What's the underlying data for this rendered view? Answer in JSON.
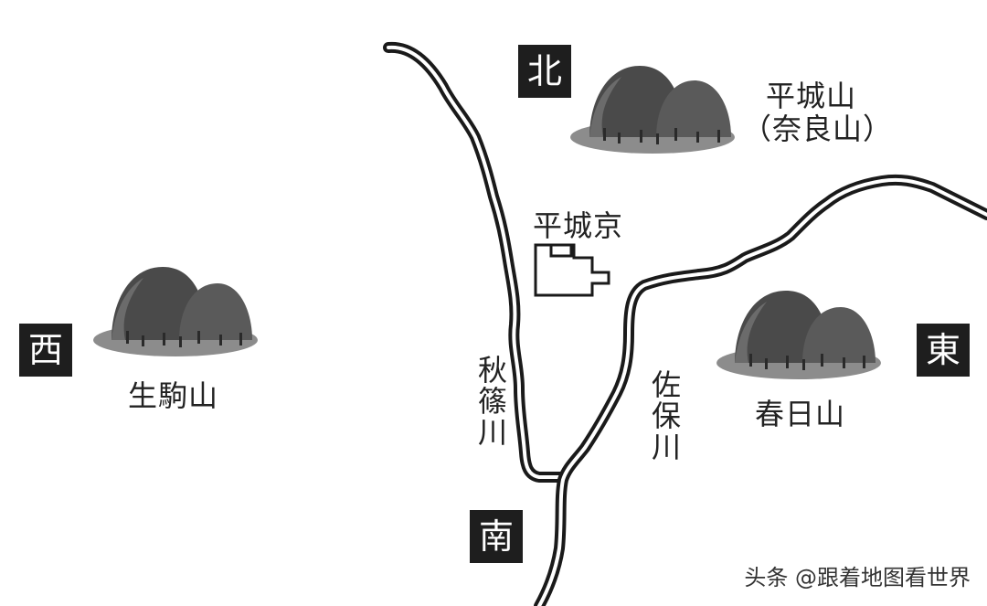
{
  "compass": {
    "north": "北",
    "south": "南",
    "east": "東",
    "west": "西"
  },
  "places": {
    "heijo_mountain": {
      "name": "平城山",
      "alt": "（奈良山）"
    },
    "ikoma_mountain": "生駒山",
    "kasuga_mountain": "春日山",
    "capital": "平城京"
  },
  "rivers": {
    "akishino": "秋篠川",
    "saho": "佐保川"
  },
  "watermark": "头条 @跟着地图看世界",
  "colors": {
    "mountain_dark": "#4a4a4a",
    "mountain_light": "#6b6b6b",
    "mountain_base": "#8c8c8c",
    "river_outline": "#1a1a1a",
    "label_box": "#1e1e1e"
  }
}
